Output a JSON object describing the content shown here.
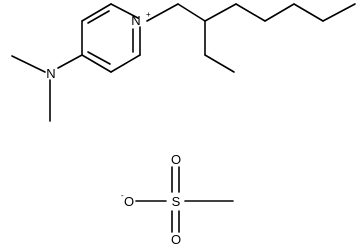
{
  "molecule": {
    "cation": {
      "atoms": {
        "ring_nitrogen": "N",
        "ring_nitrogen_charge": "+",
        "amine_nitrogen": "N"
      }
    },
    "anion": {
      "atoms": {
        "sulfur": "S",
        "oxygen_top": "O",
        "oxygen_bottom": "O",
        "oxygen_left": "O",
        "oxygen_left_charge": "-"
      }
    }
  },
  "colors": {
    "bond": "#000000",
    "label": "#000000",
    "background": "#ffffff"
  }
}
